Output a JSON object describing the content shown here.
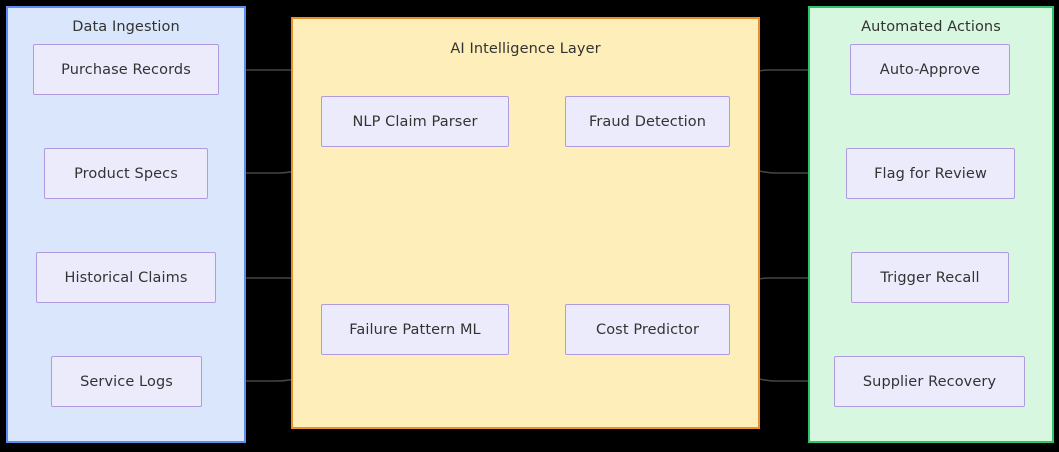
{
  "diagram": {
    "type": "flowchart",
    "direction": "left-to-right",
    "background": "#000000",
    "panels": [
      {
        "id": "ingestion",
        "title": "Data Ingestion",
        "fill": "#d9e6fb",
        "border": "#5b8def",
        "nodes": [
          {
            "id": "purchase-records",
            "label": "Purchase Records"
          },
          {
            "id": "product-specs",
            "label": "Product Specs"
          },
          {
            "id": "historical-claims",
            "label": "Historical Claims"
          },
          {
            "id": "service-logs",
            "label": "Service Logs"
          }
        ]
      },
      {
        "id": "ai",
        "title": "AI Intelligence Layer",
        "fill": "#fdeeba",
        "border": "#e8912a",
        "nodes": [
          {
            "id": "nlp-claim-parser",
            "label": "NLP Claim Parser"
          },
          {
            "id": "fraud-detection",
            "label": "Fraud Detection"
          },
          {
            "id": "failure-pattern-ml",
            "label": "Failure Pattern ML"
          },
          {
            "id": "cost-predictor",
            "label": "Cost Predictor"
          }
        ]
      },
      {
        "id": "actions",
        "title": "Automated Actions",
        "fill": "#d7f7e0",
        "border": "#2ec46a",
        "nodes": [
          {
            "id": "auto-approve",
            "label": "Auto-Approve"
          },
          {
            "id": "flag-for-review",
            "label": "Flag for Review"
          },
          {
            "id": "trigger-recall",
            "label": "Trigger Recall"
          },
          {
            "id": "supplier-recovery",
            "label": "Supplier Recovery"
          }
        ]
      }
    ],
    "node_style": {
      "fill": "#ecebfc",
      "border": "#b09ae0",
      "text": "#333333"
    },
    "edge_style": {
      "stroke": "#444444",
      "arrowhead": "filled-triangle"
    },
    "edges": [
      {
        "from": "purchase-records",
        "to": "nlp-claim-parser"
      },
      {
        "from": "product-specs",
        "to": "nlp-claim-parser"
      },
      {
        "from": "historical-claims",
        "to": "failure-pattern-ml"
      },
      {
        "from": "service-logs",
        "to": "failure-pattern-ml"
      },
      {
        "from": "nlp-claim-parser",
        "to": "fraud-detection"
      },
      {
        "from": "failure-pattern-ml",
        "to": "cost-predictor"
      },
      {
        "from": "fraud-detection",
        "to": "auto-approve"
      },
      {
        "from": "fraud-detection",
        "to": "flag-for-review"
      },
      {
        "from": "cost-predictor",
        "to": "trigger-recall"
      },
      {
        "from": "cost-predictor",
        "to": "supplier-recovery"
      }
    ]
  }
}
